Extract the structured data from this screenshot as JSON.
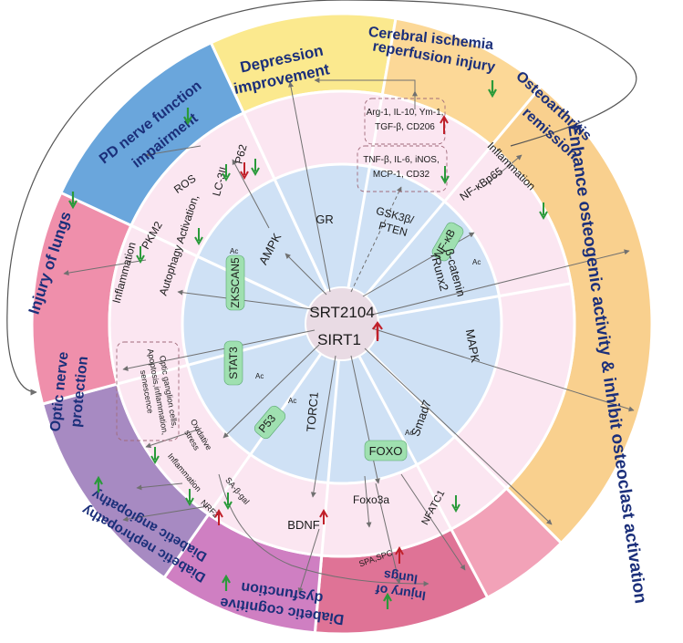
{
  "center": {
    "drug": "SRT2104",
    "target": "SIRT1"
  },
  "outcomes": {
    "depression": "Depression improvement",
    "cerebral_line1": "Cerebral ischemia",
    "cerebral_line2": "reperfusion injury",
    "osteoarthritis_line1": "Osteoarthritis",
    "osteoarthritis_line2": "remission",
    "osteogenic": "Enhance osteogenic activity & inhibit osteoclast activation",
    "lungs_bottom_line1": "Injury of",
    "lungs_bottom_line2": "lungs",
    "cognitive_line1": "Diabetic cognitive",
    "cognitive_line2": "dysfunction",
    "nephropathy": "Diabetic nephropathy",
    "angiopathy": "Diabetic angiopathy",
    "optic_line1": "Optic nerve",
    "optic_line2": "protection",
    "lungs_left": "Injury of lungs",
    "pd_line1": "PD nerve function",
    "pd_line2": "impairment"
  },
  "inner_nodes": {
    "gr": "GR",
    "gsk_line1": "GSK3β/",
    "gsk_line2": "PTEN",
    "nfkb": "NF-κB",
    "ac": "Ac",
    "bcatenin_line1": "β-catenin",
    "bcatenin_line2": "/Runx2",
    "mapk": "MAPK",
    "smad7": "Smad7",
    "foxo": "FOXO",
    "torc1": "TORC1",
    "p53": "P53",
    "stat3": "STAT3",
    "zkscan": "ZKSCAN5",
    "ampk": "AMPK"
  },
  "mid_labels": {
    "ros": "ROS",
    "p62": "P62",
    "lc3": "LC-3II",
    "autophagy": "Autophagy Activation,",
    "pkm2": "PKM2",
    "inflammation": "Inflammation",
    "m2_line1": "Arg-1, IL-10, Ym-1,",
    "m2_line2": "TGF-β, CD206",
    "m1_line1": "TNF-β, IL-6, iNOS,",
    "m1_line2": "MCP-1, CD32",
    "nfkbp65": "NF-κBp65",
    "optic_ganglion": "Optic ganglion cells,",
    "apoptosis": "Apoptosis,inflammation,",
    "senescence": "senescence",
    "oxidative_line1": "Oxidative",
    "oxidative_line2": "stress",
    "sa_bgal": "SA-β-gal",
    "nrf2": "NRF2",
    "bdnf": "BDNF",
    "foxo3a": "Foxo3a",
    "nfatc1": "NFATC1",
    "spa_spc": "SPA,SPC"
  },
  "colors": {
    "depression": "#e3ebc4",
    "cerebral": "#fbe98e",
    "osteoarthritis": "#fcd897",
    "osteogenic": "#f9d08e",
    "lungs_bottom": "#f2a2b8",
    "cognitive": "#df7396",
    "nephropathy": "#cf7fc2",
    "optic": "#a78ac2",
    "lungs_left": "#ef8fab",
    "pd": "#6aa6dc",
    "middle_ring": "#fbe6f1",
    "inner_ring": "#cfe1f5",
    "core": "#e9dbe4",
    "up_arrow": "#c0202a",
    "down_arrow": "#2a9a3a",
    "node": "#9fe0b0",
    "title": "#1b2f7a"
  }
}
